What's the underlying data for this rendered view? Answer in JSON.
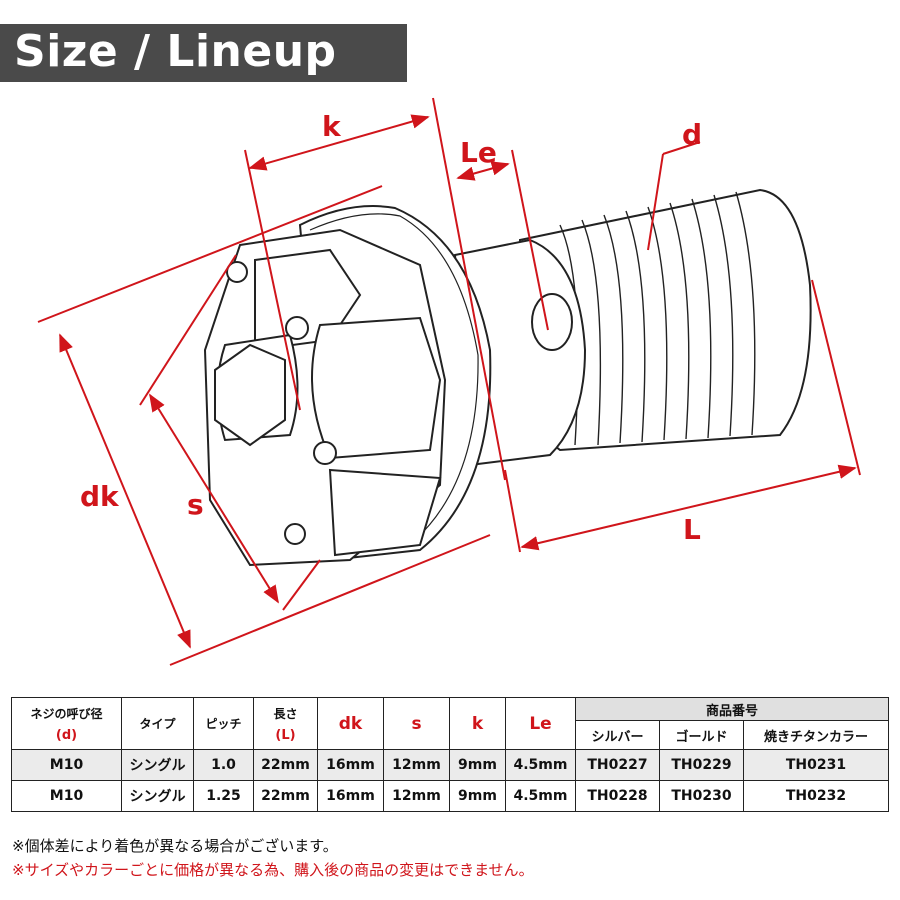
{
  "header": {
    "title": "Size / Lineup"
  },
  "diagram": {
    "labels": {
      "k": "k",
      "le": "Le",
      "d": "d",
      "dk": "dk",
      "s": "s",
      "l": "L"
    },
    "accent_color": "#d0151b"
  },
  "table": {
    "headers": {
      "nominal": "ネジの呼び径",
      "nominal_sub": "(d)",
      "type": "タイプ",
      "pitch": "ピッチ",
      "length": "長さ",
      "length_sub": "(L)",
      "dk": "dk",
      "s": "s",
      "k": "k",
      "le": "Le",
      "product_no": "商品番号",
      "silver": "シルバー",
      "gold": "ゴールド",
      "burnt": "焼きチタンカラー"
    },
    "rows": [
      {
        "d": "M10",
        "type": "シングル",
        "pitch": "1.0",
        "length": "22mm",
        "dk": "16mm",
        "s": "12mm",
        "k": "9mm",
        "le": "4.5mm",
        "silver": "TH0227",
        "gold": "TH0229",
        "burnt": "TH0231"
      },
      {
        "d": "M10",
        "type": "シングル",
        "pitch": "1.25",
        "length": "22mm",
        "dk": "16mm",
        "s": "12mm",
        "k": "9mm",
        "le": "4.5mm",
        "silver": "TH0228",
        "gold": "TH0230",
        "burnt": "TH0232"
      }
    ]
  },
  "notes": [
    {
      "text": "※個体差により着色が異なる場合がございます。",
      "color": "#111111"
    },
    {
      "text": "※サイズやカラーごとに価格が異なる為、購入後の商品の変更はできません。",
      "color": "#d0151b"
    }
  ]
}
